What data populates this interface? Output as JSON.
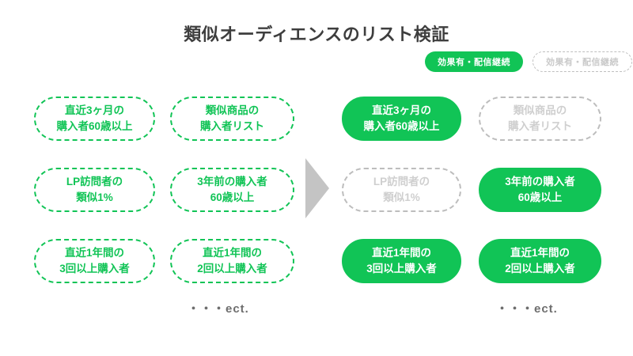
{
  "header": {
    "title": "類似オーディエンスのリスト検証"
  },
  "legend": {
    "active_label": "効果有・配信継続",
    "inactive_label": "効果有・配信継続"
  },
  "colors": {
    "green": "#11c456",
    "grey_border": "#bdbdbd",
    "grey_text": "#cfcfcf",
    "arrow": "#c4c4c4",
    "title": "#3e3e3e",
    "ect_text": "#6e6e6e"
  },
  "arrow": {
    "icon": "triangle-right-icon"
  },
  "left_panel": {
    "footer_label": "・・・ect.",
    "pills": [
      {
        "line1": "直近3ヶ月の",
        "line2": "購入者60歳以上",
        "state": "outline-green"
      },
      {
        "line1": "類似商品の",
        "line2": "購入者リスト",
        "state": "outline-green"
      },
      {
        "line1": "LP訪問者の",
        "line2": "類似1%",
        "state": "outline-green"
      },
      {
        "line1": "3年前の購入者",
        "line2": "60歳以上",
        "state": "outline-green"
      },
      {
        "line1": "直近1年間の",
        "line2": "3回以上購入者",
        "state": "outline-green"
      },
      {
        "line1": "直近1年間の",
        "line2": "2回以上購入者",
        "state": "outline-green"
      }
    ]
  },
  "right_panel": {
    "footer_label": "・・・ect.",
    "pills": [
      {
        "line1": "直近3ヶ月の",
        "line2": "購入者60歳以上",
        "state": "solid-green"
      },
      {
        "line1": "類似商品の",
        "line2": "購入者リスト",
        "state": "outline-grey"
      },
      {
        "line1": "LP訪問者の",
        "line2": "類似1%",
        "state": "outline-grey"
      },
      {
        "line1": "3年前の購入者",
        "line2": "60歳以上",
        "state": "solid-green"
      },
      {
        "line1": "直近1年間の",
        "line2": "3回以上購入者",
        "state": "solid-green"
      },
      {
        "line1": "直近1年間の",
        "line2": "2回以上購入者",
        "state": "solid-green"
      }
    ]
  }
}
